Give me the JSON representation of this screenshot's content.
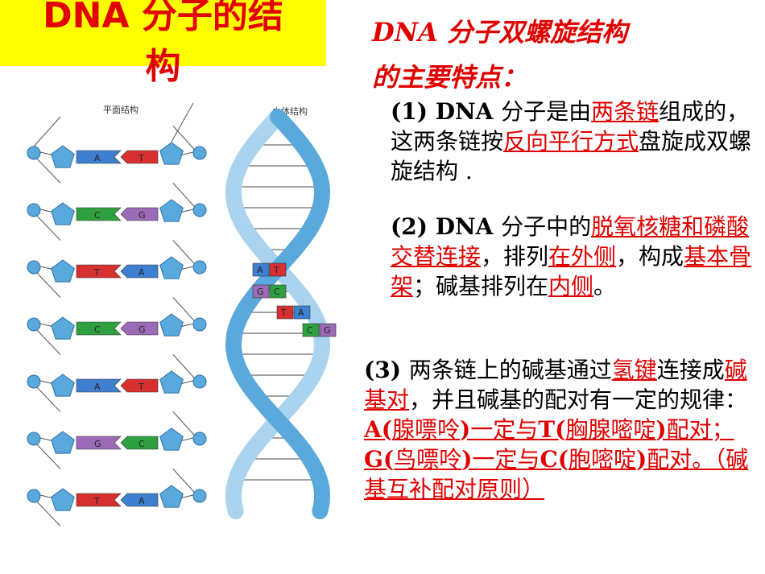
{
  "title": {
    "line1": "DNA 分子的结",
    "line2": "构"
  },
  "heading": {
    "line1": "DNA 分子双螺旋结构",
    "line2": "的主要特点："
  },
  "diagram": {
    "caption_plane": "平面结构",
    "caption_3d": "立体结构",
    "plane_pairs": [
      [
        "A",
        "T"
      ],
      [
        "C",
        "G"
      ],
      [
        "T",
        "A"
      ],
      [
        "C",
        "G"
      ],
      [
        "A",
        "T"
      ],
      [
        "G",
        "C"
      ],
      [
        "T",
        "A"
      ]
    ],
    "helix_pairs": [
      [
        "A",
        "T"
      ],
      [
        "G",
        "C"
      ],
      [
        "T",
        "A"
      ],
      [
        "C",
        "G"
      ]
    ]
  },
  "p1": {
    "a": "(1)  DNA ",
    "b": "分子是由",
    "c": "两条链",
    "d": "组成的，这两条链按",
    "e": "反向平行方式",
    "f": "盘旋成双螺旋结构 ."
  },
  "p2": {
    "a": "(2) DNA ",
    "b": "分子中的",
    "c": "脱氧核糖和磷酸交替连接",
    "d": "，排列",
    "e": "在外侧",
    "f": "，构成",
    "g": "基本骨架",
    "h": "；碱基排列在",
    "i": "内侧",
    "j": "。"
  },
  "p3": {
    "a": "(3)  ",
    "b": "两条链上的碱基通过",
    "c": "氢键",
    "d": "连接成",
    "e": "碱基对",
    "f": "，并且碱基的配对有一定的规律：  ",
    "g": "A(",
    "h": "腺嘌呤",
    "i": ")",
    "j": "一定与",
    "k": "T(",
    "l": "胸腺嘧啶",
    "m": ")",
    "n": "配对；",
    "o": "G(",
    "p": "鸟嘌呤",
    "q": ")",
    "r": "一定与",
    "s": "C(",
    "t": "胞嘧啶",
    "u": ")",
    "v": "配对。（碱基互补配对原则）"
  },
  "colors": {
    "red": "#e00000",
    "yellow": "#ffff00",
    "base_A": "#3f7fd0",
    "base_T": "#d83030",
    "base_C": "#2fa040",
    "base_G": "#9b6bb8",
    "helix": "#5aa9dc"
  }
}
